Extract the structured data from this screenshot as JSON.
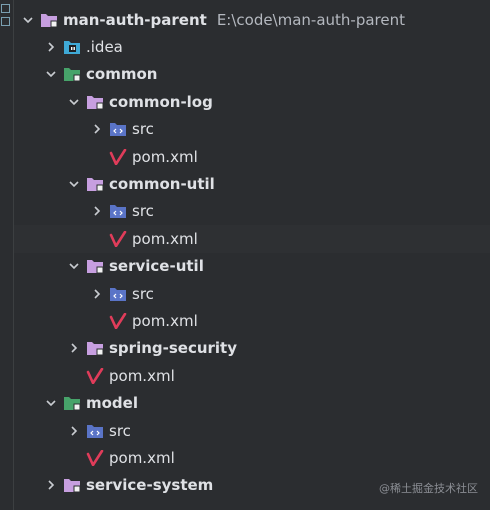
{
  "tree": {
    "root": {
      "label": "man-auth-parent",
      "path": "E:\\code\\man-auth-parent"
    },
    "idea": {
      "label": ".idea"
    },
    "common": {
      "label": "common"
    },
    "common_log": {
      "label": "common-log"
    },
    "common_log_src": {
      "label": "src"
    },
    "common_log_pom": {
      "label": "pom.xml"
    },
    "common_util": {
      "label": "common-util"
    },
    "common_util_src": {
      "label": "src"
    },
    "common_util_pom": {
      "label": "pom.xml"
    },
    "service_util": {
      "label": "service-util"
    },
    "service_util_src": {
      "label": "src"
    },
    "service_util_pom": {
      "label": "pom.xml"
    },
    "spring_security": {
      "label": "spring-security"
    },
    "common_pom": {
      "label": "pom.xml"
    },
    "model": {
      "label": "model"
    },
    "model_src": {
      "label": "src"
    },
    "model_pom": {
      "label": "pom.xml"
    },
    "service_system": {
      "label": "service-system"
    }
  },
  "watermark": "@稀土掘金技术社区",
  "colors": {
    "background": "#2b2d30",
    "module_folder": "#c79fe0",
    "src_folder": "#5a74c7",
    "maven_icon": "#e03c5a",
    "idea_folder": "#3fa9d6",
    "green_module": "#47a36a"
  }
}
